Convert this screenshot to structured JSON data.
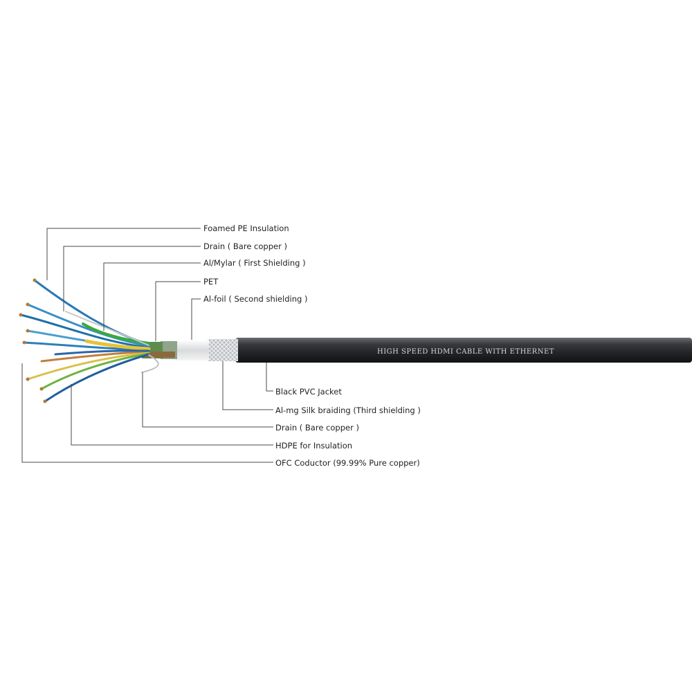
{
  "diagram": {
    "jacket_print": "HIGH SPEED HDMI CABLE WITH ETHERNET",
    "colors": {
      "jacket": "#2e2f32",
      "braid": "#c9ccd0",
      "foil": "#e8e8e8",
      "leader_line": "#4a4a4a",
      "label_text": "#222222"
    },
    "labels_top": [
      {
        "id": "foamed-pe",
        "text": "Foamed PE Insulation"
      },
      {
        "id": "drain-top",
        "text": "Drain ( Bare copper )"
      },
      {
        "id": "al-mylar",
        "text": "Al/Mylar ( First Shielding )"
      },
      {
        "id": "pet",
        "text": "PET"
      },
      {
        "id": "al-foil",
        "text": "Al-foil  ( Second shielding )"
      }
    ],
    "labels_bottom": [
      {
        "id": "pvc-jacket",
        "text": "Black PVC Jacket"
      },
      {
        "id": "braiding",
        "text": "Al-mg Silk braiding (Third shielding )"
      },
      {
        "id": "drain-bottom",
        "text": "Drain ( Bare copper )"
      },
      {
        "id": "hdpe",
        "text": "HDPE for Insulation"
      },
      {
        "id": "ofc",
        "text": "OFC Coductor (99.99% Pure copper)"
      }
    ]
  }
}
